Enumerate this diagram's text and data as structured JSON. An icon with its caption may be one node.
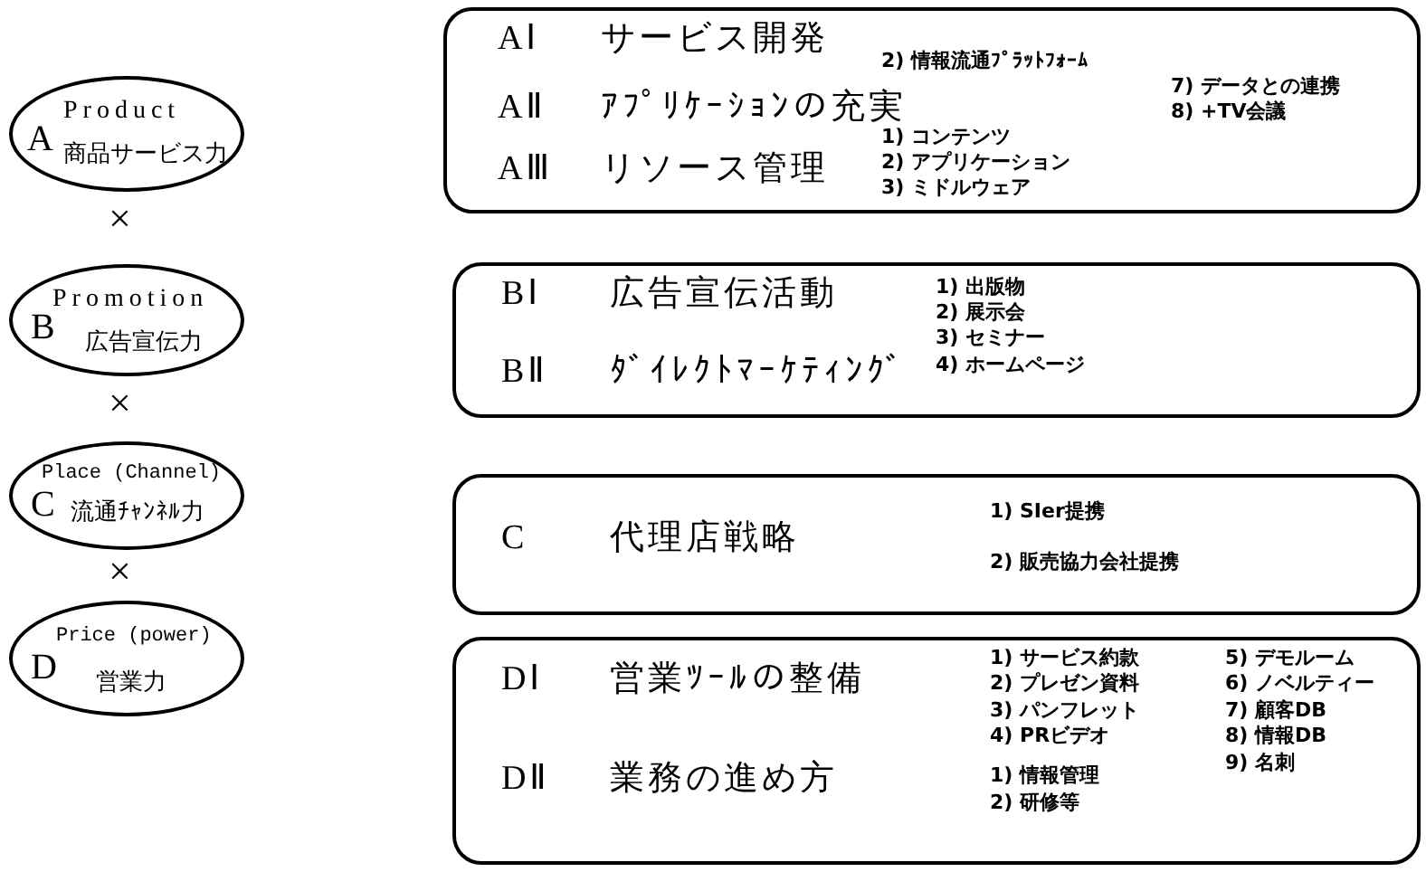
{
  "diagram": {
    "nodes": [
      {
        "text": [
          "Product",
          "A",
          "商品サービス力"
        ]
      },
      {
        "text": [
          "AⅠ",
          "サービス開発",
          "AⅡ",
          "ｱﾌﾟﾘｹｰｼｮﾝの充実",
          "AⅢ",
          "リソース管理",
          "2) 情報流通ﾌﾟﾗｯﾄﾌｫｰﾑ",
          "7) データとの連携",
          "8) +TV会議",
          "1) コンテンツ",
          "2) アプリケーション",
          "3) ミドルウェア"
        ]
      },
      {
        "text": [
          "Promotion",
          "B",
          "広告宣伝力"
        ]
      },
      {
        "text": [
          "BⅠ",
          "広告宣伝活動",
          "BⅡ",
          "ﾀﾞｲﾚｸﾄﾏｰｹﾃｨﾝｸﾞ",
          "1) 出版物",
          "2) 展示会",
          "3) セミナー",
          "4) ホームページ"
        ]
      },
      {
        "text": [
          "Place (Channel)",
          "C",
          "流通ﾁｬﾝﾈﾙ力"
        ]
      },
      {
        "text": [
          "C",
          "代理店戦略",
          "1) SIer提携",
          "2) 販売協力会社提携"
        ]
      },
      {
        "text": [
          "Price (power)",
          "D",
          "営業力"
        ]
      },
      {
        "text": [
          "DⅠ",
          "営業ﾂｰﾙの整備",
          "DⅡ",
          "業務の進め方",
          "1) サービス約款",
          "2) プレゼン資料",
          "3) パンフレット",
          "4) PRビデオ",
          "1) 情報管理",
          "2) 研修等",
          "5) デモルーム",
          "6) ノベルティー",
          "7) 顧客DB",
          "8) 情報DB",
          "9) 名刺"
        ]
      }
    ],
    "labels": [
      "×",
      "×",
      "×"
    ]
  }
}
